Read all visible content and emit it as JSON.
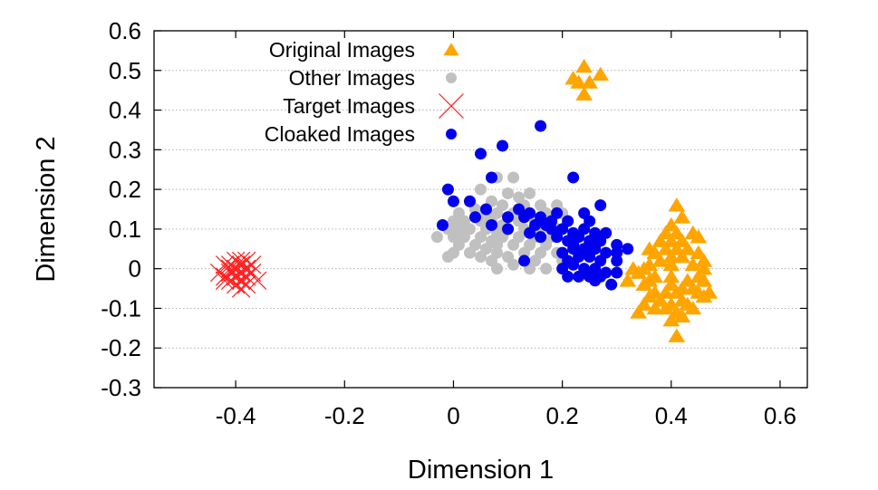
{
  "chart_data": {
    "type": "scatter",
    "title": "",
    "xlabel": "Dimension 1",
    "ylabel": "Dimension 2",
    "xlim": [
      -0.55,
      0.65
    ],
    "ylim": [
      -0.3,
      0.6
    ],
    "xticks": [
      -0.4,
      -0.2,
      0,
      0.2,
      0.4,
      0.6
    ],
    "xtick_labels": [
      "-0.4",
      "-0.2",
      "0",
      "0.2",
      "0.4",
      "0.6"
    ],
    "yticks": [
      -0.3,
      -0.2,
      -0.1,
      0,
      0.1,
      0.2,
      0.3,
      0.4,
      0.5,
      0.6
    ],
    "ytick_labels": [
      "-0.3",
      "-0.2",
      "-0.1",
      "0",
      "0.1",
      "0.2",
      "0.3",
      "0.4",
      "0.5",
      "0.6"
    ],
    "grid": "horizontal dotted",
    "legend_position": "top-left",
    "series": [
      {
        "name": "Original Images",
        "marker": "triangle",
        "color": "#ffa500",
        "points": [
          [
            0.24,
            0.51
          ],
          [
            0.27,
            0.49
          ],
          [
            0.22,
            0.48
          ],
          [
            0.23,
            0.47
          ],
          [
            0.25,
            0.47
          ],
          [
            0.24,
            0.44
          ],
          [
            0.41,
            0.16
          ],
          [
            0.42,
            0.13
          ],
          [
            0.4,
            0.11
          ],
          [
            0.41,
            0.09
          ],
          [
            0.44,
            0.09
          ],
          [
            0.38,
            0.07
          ],
          [
            0.4,
            0.07
          ],
          [
            0.42,
            0.07
          ],
          [
            0.45,
            0.08
          ],
          [
            0.39,
            0.05
          ],
          [
            0.41,
            0.05
          ],
          [
            0.43,
            0.05
          ],
          [
            0.37,
            0.04
          ],
          [
            0.4,
            0.03
          ],
          [
            0.42,
            0.03
          ],
          [
            0.45,
            0.04
          ],
          [
            0.38,
            0.02
          ],
          [
            0.46,
            0.02
          ],
          [
            0.36,
            0.01
          ],
          [
            0.4,
            0.01
          ],
          [
            0.44,
            0.01
          ],
          [
            0.33,
            0.0
          ],
          [
            0.35,
            0.0
          ],
          [
            0.46,
            0.0
          ],
          [
            0.34,
            -0.01
          ],
          [
            0.37,
            -0.02
          ],
          [
            0.4,
            -0.02
          ],
          [
            0.45,
            -0.02
          ],
          [
            0.32,
            -0.03
          ],
          [
            0.36,
            -0.03
          ],
          [
            0.43,
            -0.03
          ],
          [
            0.46,
            -0.03
          ],
          [
            0.35,
            -0.04
          ],
          [
            0.4,
            -0.04
          ],
          [
            0.42,
            -0.05
          ],
          [
            0.44,
            -0.05
          ],
          [
            0.37,
            -0.06
          ],
          [
            0.39,
            -0.06
          ],
          [
            0.41,
            -0.06
          ],
          [
            0.45,
            -0.06
          ],
          [
            0.47,
            -0.06
          ],
          [
            0.36,
            -0.07
          ],
          [
            0.38,
            -0.08
          ],
          [
            0.42,
            -0.08
          ],
          [
            0.46,
            -0.07
          ],
          [
            0.35,
            -0.09
          ],
          [
            0.4,
            -0.09
          ],
          [
            0.43,
            -0.09
          ],
          [
            0.37,
            -0.1
          ],
          [
            0.39,
            -0.1
          ],
          [
            0.41,
            -0.11
          ],
          [
            0.44,
            -0.1
          ],
          [
            0.34,
            -0.11
          ],
          [
            0.42,
            -0.12
          ],
          [
            0.4,
            -0.13
          ],
          [
            0.41,
            -0.17
          ],
          [
            0.36,
            0.05
          ],
          [
            0.39,
            0.09
          ]
        ]
      },
      {
        "name": "Other Images",
        "marker": "circle",
        "color": "#c0c0c0",
        "points": [
          [
            0.08,
            0.23
          ],
          [
            0.11,
            0.23
          ],
          [
            0.05,
            0.2
          ],
          [
            0.1,
            0.19
          ],
          [
            0.12,
            0.18
          ],
          [
            0.14,
            0.19
          ],
          [
            0.03,
            0.17
          ],
          [
            0.07,
            0.17
          ],
          [
            0.09,
            0.16
          ],
          [
            0.13,
            0.16
          ],
          [
            0.16,
            0.16
          ],
          [
            0.19,
            0.16
          ],
          [
            0.01,
            0.14
          ],
          [
            0.04,
            0.15
          ],
          [
            0.06,
            0.14
          ],
          [
            0.08,
            0.14
          ],
          [
            0.11,
            0.14
          ],
          [
            0.14,
            0.14
          ],
          [
            0.17,
            0.14
          ],
          [
            0.2,
            0.14
          ],
          [
            0.0,
            0.12
          ],
          [
            0.02,
            0.12
          ],
          [
            0.05,
            0.12
          ],
          [
            0.07,
            0.12
          ],
          [
            0.09,
            0.11
          ],
          [
            0.12,
            0.12
          ],
          [
            0.15,
            0.12
          ],
          [
            0.18,
            0.12
          ],
          [
            0.21,
            0.12
          ],
          [
            -0.01,
            0.1
          ],
          [
            0.01,
            0.1
          ],
          [
            0.03,
            0.1
          ],
          [
            0.06,
            0.1
          ],
          [
            0.08,
            0.09
          ],
          [
            0.1,
            0.1
          ],
          [
            0.13,
            0.1
          ],
          [
            0.16,
            0.1
          ],
          [
            0.19,
            0.1
          ],
          [
            -0.03,
            0.08
          ],
          [
            0.0,
            0.08
          ],
          [
            0.02,
            0.08
          ],
          [
            0.05,
            0.08
          ],
          [
            0.07,
            0.07
          ],
          [
            0.09,
            0.08
          ],
          [
            0.12,
            0.08
          ],
          [
            0.15,
            0.08
          ],
          [
            0.18,
            0.08
          ],
          [
            0.01,
            0.06
          ],
          [
            0.04,
            0.06
          ],
          [
            0.06,
            0.05
          ],
          [
            0.08,
            0.06
          ],
          [
            0.11,
            0.06
          ],
          [
            0.14,
            0.06
          ],
          [
            0.17,
            0.06
          ],
          [
            0.0,
            0.04
          ],
          [
            0.03,
            0.04
          ],
          [
            0.05,
            0.03
          ],
          [
            0.08,
            0.04
          ],
          [
            0.1,
            0.03
          ],
          [
            0.13,
            0.04
          ],
          [
            0.16,
            0.04
          ],
          [
            0.19,
            0.04
          ],
          [
            -0.01,
            0.03
          ],
          [
            0.07,
            0.02
          ],
          [
            0.11,
            0.01
          ],
          [
            0.15,
            0.02
          ],
          [
            0.2,
            0.02
          ],
          [
            0.08,
            0.0
          ],
          [
            0.14,
            0.0
          ],
          [
            0.17,
            0.0
          ],
          [
            0.23,
            0.05
          ],
          [
            0.22,
            0.08
          ]
        ]
      },
      {
        "name": "Target Images",
        "marker": "cross",
        "color": "#ff2020",
        "points": [
          [
            -0.4,
            0.02
          ],
          [
            -0.38,
            0.02
          ],
          [
            -0.42,
            0.01
          ],
          [
            -0.39,
            0.01
          ],
          [
            -0.37,
            0.01
          ],
          [
            -0.41,
            0.0
          ],
          [
            -0.4,
            0.0
          ],
          [
            -0.38,
            0.0
          ],
          [
            -0.43,
            -0.01
          ],
          [
            -0.41,
            -0.01
          ],
          [
            -0.39,
            -0.01
          ],
          [
            -0.37,
            -0.01
          ],
          [
            -0.42,
            -0.02
          ],
          [
            -0.4,
            -0.02
          ],
          [
            -0.38,
            -0.02
          ],
          [
            -0.41,
            -0.03
          ],
          [
            -0.39,
            -0.03
          ],
          [
            -0.36,
            -0.03
          ],
          [
            -0.4,
            -0.04
          ],
          [
            -0.38,
            -0.04
          ],
          [
            -0.39,
            -0.05
          ],
          [
            -0.41,
            0.01
          ],
          [
            -0.39,
            0.02
          ],
          [
            -0.42,
            -0.03
          ]
        ]
      },
      {
        "name": "Cloaked Images",
        "marker": "circle",
        "color": "#0000ee",
        "points": [
          [
            0.16,
            0.36
          ],
          [
            0.09,
            0.31
          ],
          [
            0.05,
            0.29
          ],
          [
            0.07,
            0.23
          ],
          [
            0.22,
            0.23
          ],
          [
            -0.01,
            0.2
          ],
          [
            0.0,
            0.17
          ],
          [
            0.03,
            0.17
          ],
          [
            0.06,
            0.15
          ],
          [
            0.27,
            0.16
          ],
          [
            0.12,
            0.15
          ],
          [
            0.14,
            0.14
          ],
          [
            0.19,
            0.14
          ],
          [
            0.24,
            0.14
          ],
          [
            0.04,
            0.13
          ],
          [
            0.1,
            0.13
          ],
          [
            0.13,
            0.13
          ],
          [
            0.16,
            0.13
          ],
          [
            0.18,
            0.12
          ],
          [
            0.21,
            0.12
          ],
          [
            0.25,
            0.12
          ],
          [
            -0.02,
            0.11
          ],
          [
            0.07,
            0.11
          ],
          [
            0.15,
            0.11
          ],
          [
            0.17,
            0.11
          ],
          [
            0.2,
            0.1
          ],
          [
            0.24,
            0.1
          ],
          [
            0.1,
            0.1
          ],
          [
            0.14,
            0.09
          ],
          [
            0.22,
            0.09
          ],
          [
            0.26,
            0.09
          ],
          [
            0.28,
            0.09
          ],
          [
            0.16,
            0.08
          ],
          [
            0.19,
            0.08
          ],
          [
            0.23,
            0.08
          ],
          [
            0.25,
            0.07
          ],
          [
            0.21,
            0.07
          ],
          [
            0.27,
            0.07
          ],
          [
            0.3,
            0.06
          ],
          [
            0.32,
            0.05
          ],
          [
            0.22,
            0.05
          ],
          [
            0.24,
            0.05
          ],
          [
            0.26,
            0.05
          ],
          [
            0.28,
            0.04
          ],
          [
            0.3,
            0.04
          ],
          [
            0.2,
            0.04
          ],
          [
            0.23,
            0.03
          ],
          [
            0.25,
            0.03
          ],
          [
            0.27,
            0.02
          ],
          [
            0.21,
            0.02
          ],
          [
            0.13,
            0.02
          ],
          [
            0.3,
            0.02
          ],
          [
            0.22,
            0.01
          ],
          [
            0.24,
            0.0
          ],
          [
            0.26,
            0.0
          ],
          [
            0.2,
            0.0
          ],
          [
            0.28,
            -0.01
          ],
          [
            0.23,
            -0.02
          ],
          [
            0.21,
            -0.02
          ],
          [
            0.25,
            -0.02
          ],
          [
            0.3,
            -0.01
          ],
          [
            0.27,
            -0.02
          ],
          [
            0.29,
            -0.04
          ],
          [
            0.26,
            -0.03
          ],
          [
            0.22,
            0.06
          ],
          [
            0.18,
            0.1
          ]
        ]
      }
    ]
  }
}
